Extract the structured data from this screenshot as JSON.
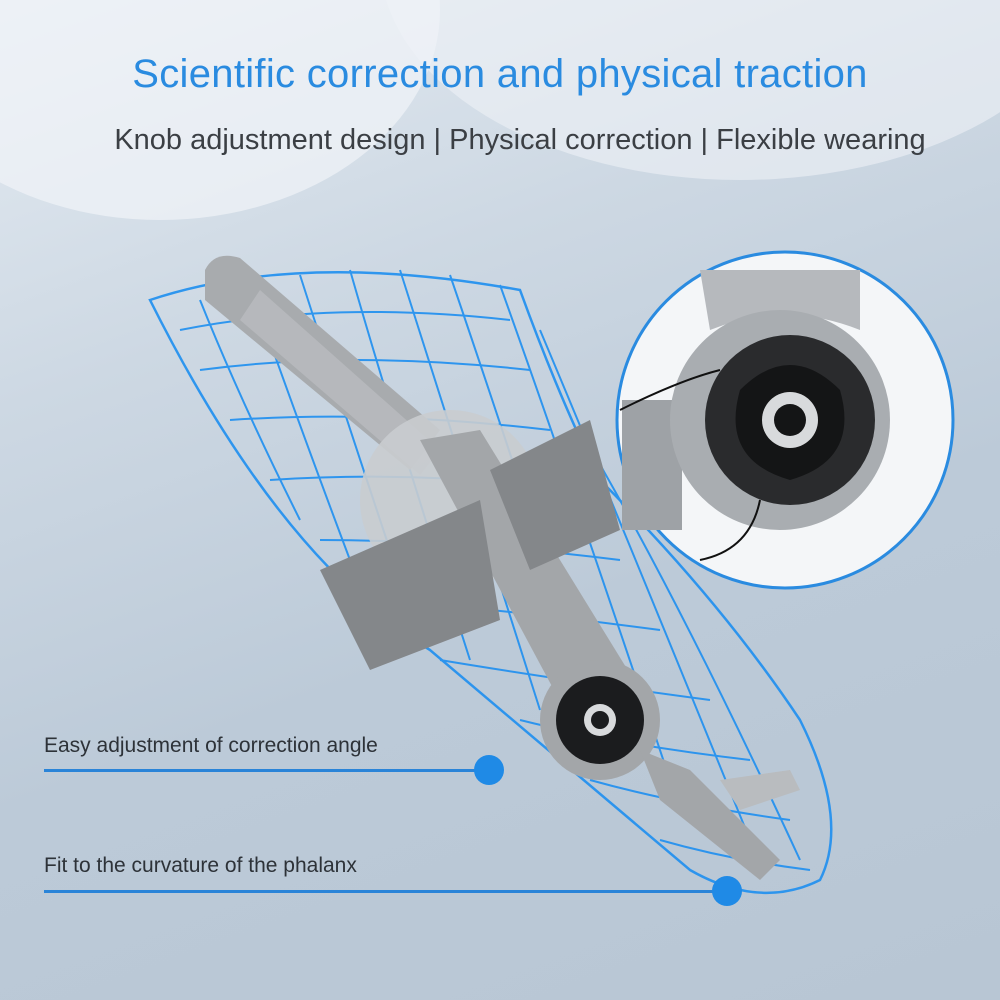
{
  "header": {
    "title": "Scientific correction and physical traction",
    "subtitle": "Knob adjustment design | Physical correction | Flexible wearing"
  },
  "callouts": [
    {
      "label": "Easy adjustment of correction angle"
    },
    {
      "label": "Fit to the curvature of the phalanx"
    }
  ],
  "colors": {
    "accent": "#2a8be0",
    "mesh": "#1e8ff0",
    "text": "#3b3f44"
  },
  "illustration": {
    "product": "bunion-corrector-splint",
    "detail_inset": "knob-closeup",
    "icon": "rotation-knob-icon"
  }
}
